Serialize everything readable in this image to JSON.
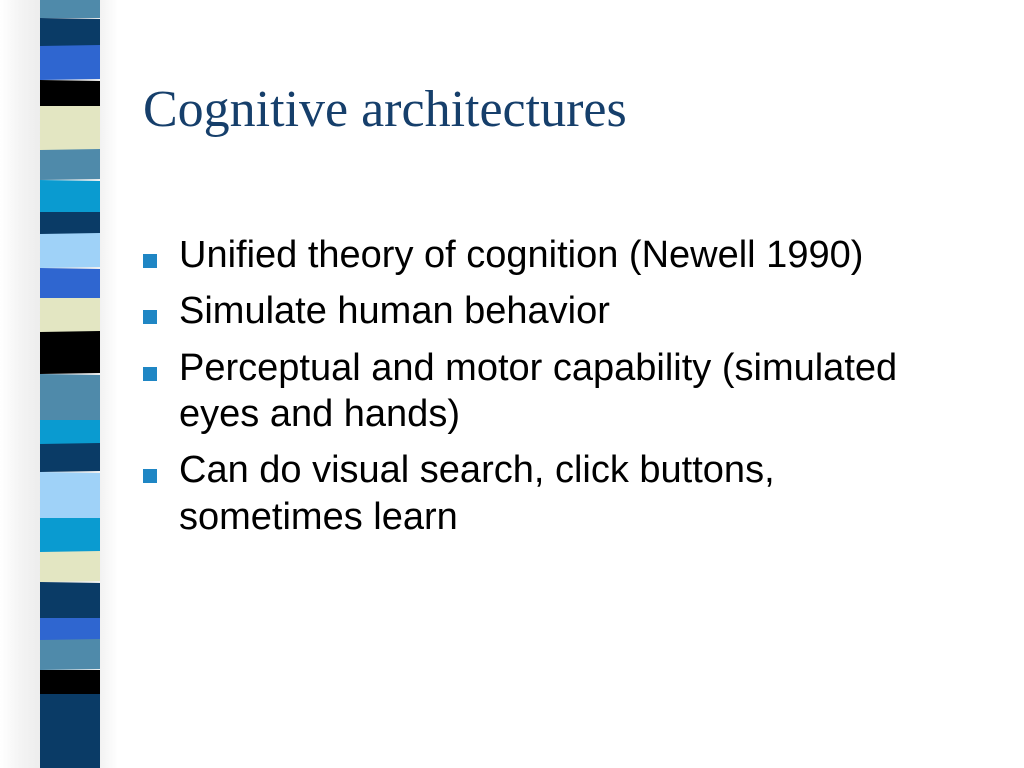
{
  "slide": {
    "title": "Cognitive architectures",
    "bullets": [
      {
        "text": "Unified theory of cognition (Newell 1990)"
      },
      {
        "text": "Simulate human behavior"
      },
      {
        "text": "Perceptual and motor capability (simulated eyes and hands)"
      },
      {
        "text": "Can do visual search, click buttons, sometimes learn"
      }
    ]
  },
  "decoration": {
    "stripe_colors": [
      "#0a3b66",
      "#4f8aaa",
      "#2f66d0",
      "#000000",
      "#e3e6c2",
      "#74b4d6",
      "#0a9bd0",
      "#9fd2f8"
    ],
    "bullet_color": "#1f86c4",
    "title_color": "#163f6b"
  }
}
